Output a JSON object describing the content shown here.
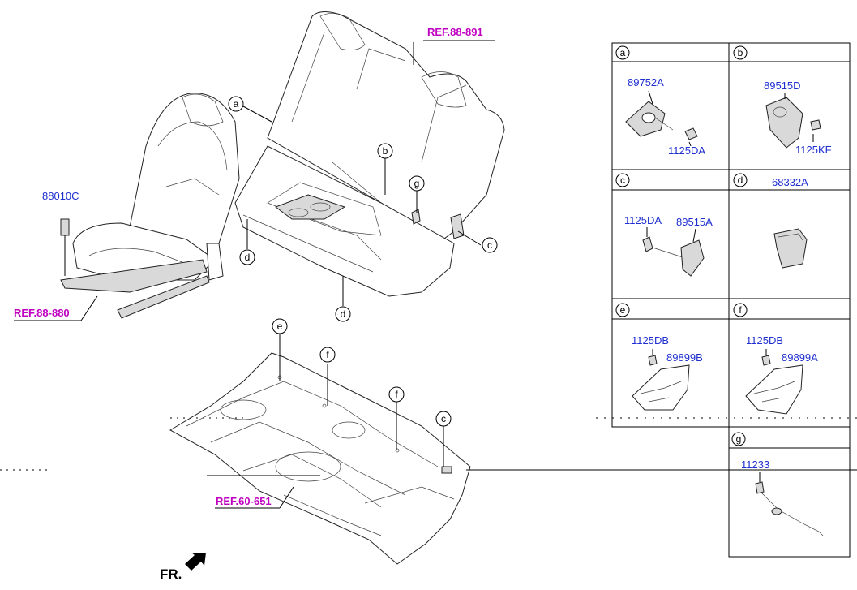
{
  "references": {
    "ref_rear_seat": "REF.88-891",
    "ref_front_seat": "REF.88-880",
    "ref_floor": "REF.60-651"
  },
  "main_part_numbers": {
    "front_seat_bolt": "88010C"
  },
  "direction_label": "FR.",
  "callouts": {
    "a": "a",
    "b": "b",
    "c": "c",
    "d": "d",
    "e": "e",
    "f": "f",
    "g": "g"
  },
  "detail_panels": [
    {
      "letter": "a",
      "parts": [
        "89752A",
        "1125DA"
      ]
    },
    {
      "letter": "b",
      "parts": [
        "89515D",
        "1125KF"
      ]
    },
    {
      "letter": "c",
      "parts": [
        "1125DA",
        "89515A"
      ]
    },
    {
      "letter": "d",
      "parts": [
        "68332A"
      ]
    },
    {
      "letter": "e",
      "parts": [
        "1125DB",
        "89899B"
      ]
    },
    {
      "letter": "f",
      "parts": [
        "1125DB",
        "89899A"
      ]
    },
    {
      "letter": "g",
      "parts": [
        "11233"
      ]
    }
  ]
}
